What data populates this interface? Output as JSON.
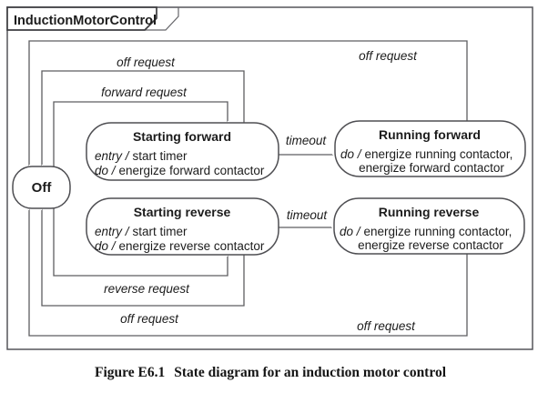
{
  "frame": {
    "title": "InductionMotorControl"
  },
  "states": {
    "off": {
      "title": "Off"
    },
    "starting_forward": {
      "title": "Starting forward",
      "entry_keyword": "entry /",
      "entry_action": "start timer",
      "do_keyword": "do /",
      "do_action": "energize forward contactor"
    },
    "running_forward": {
      "title": "Running forward",
      "do_keyword": "do /",
      "do_action_line1": "energize running contactor,",
      "do_action_line2": "energize forward contactor"
    },
    "starting_reverse": {
      "title": "Starting reverse",
      "entry_keyword": "entry /",
      "entry_action": "start timer",
      "do_keyword": "do /",
      "do_action": "energize reverse contactor"
    },
    "running_reverse": {
      "title": "Running reverse",
      "do_keyword": "do /",
      "do_action_line1": "energize running contactor,",
      "do_action_line2": "energize reverse contactor"
    }
  },
  "transitions": {
    "off_request_top_right": "off request",
    "off_request_top_left": "off request",
    "forward_request": "forward request",
    "timeout_forward": "timeout",
    "timeout_reverse": "timeout",
    "reverse_request": "reverse request",
    "off_request_bottom_left": "off request",
    "off_request_bottom_right": "off request"
  },
  "caption": {
    "figure_label": "Figure E6.1",
    "text": "State diagram for an induction motor control"
  },
  "colors": {
    "line": "#5d5d60",
    "state_border": "#4e4e52",
    "text": "#1c1c1c",
    "background": "#ffffff"
  }
}
